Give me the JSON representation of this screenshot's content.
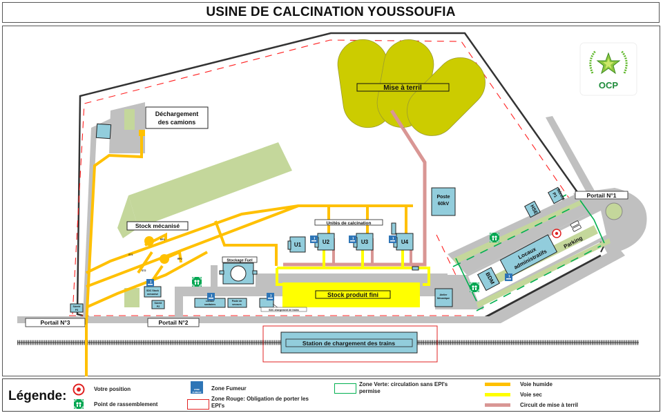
{
  "title": "USINE DE CALCINATION YOUSSOUFIA",
  "logo": {
    "text": "OCP",
    "icon": "ocp-star-wreath-icon"
  },
  "map": {
    "labels": {
      "dechargement_line1": "Déchargement",
      "dechargement_line2": "des camions",
      "mise_a_terril": "Mise à terril",
      "stock_mecanise": "Stock mécanisé",
      "unites_calcination": "Unités de calcination",
      "u1": "U1",
      "u2": "U2",
      "u3": "U3",
      "u4": "U4",
      "poste_60kv_line1": "Poste",
      "poste_60kv_line2": "60kV",
      "stockage_fuel": "Stockage Fuel",
      "stock_produit_fini": "Stock produit fini",
      "atelier_line1": "Atelier",
      "atelier_line2": "Mécanique",
      "locaux_admin_line1": "Locaux",
      "locaux_admin_line2": "administratifs",
      "bdm": "BDM",
      "hse": "HSE",
      "surete_p1_line1": "Sûreté",
      "surete_p1_line2": "P1",
      "parking": "Parking",
      "portail_1": "Portail N°1",
      "portail_2": "Portail N°2",
      "portail_3": "Portail N°3",
      "sdc_stock_line1": "SDC Stock",
      "sdc_stock_line2": "mécanisé",
      "surete_p2_line1": "Sûreté",
      "surete_p2_line2": "P2",
      "surete_p3_line1": "Sûreté",
      "surete_p3_line2": "P3",
      "locaux_sanitaires_line1": "Locaux",
      "locaux_sanitaires_line2": "sanitaires",
      "poste_secours_line1": "Poste de",
      "poste_secours_line2": "secours",
      "sdc_chargement_trains": "SDC chargement de trains",
      "station_trains": "Station de chargement des trains",
      "rp1": "RP1",
      "rp2": "RP2",
      "st1": "ST1",
      "st2": "ST2",
      "smoking_small": "ZONE FUMEUR"
    }
  },
  "legend": {
    "title": "Légende:",
    "items": [
      {
        "icon": "target-position-icon",
        "label": "Votre position"
      },
      {
        "icon": "assembly-point-icon",
        "label": "Point de rassemblement"
      },
      {
        "icon": "smoking-zone-icon",
        "label": "Zone Fumeur",
        "icon_text": "ZONE FUMEUR"
      },
      {
        "icon": "red-zone-swatch",
        "label_line1": "Zone Rouge: Obligation de porter les",
        "label_line2": "EPI's"
      },
      {
        "icon": "green-zone-swatch",
        "label_line1": "Zone Verte: circulation sans EPI's",
        "label_line2": "permise"
      },
      {
        "icon": "orange-line-swatch",
        "label": "Voie humide"
      },
      {
        "icon": "yellow-line-swatch",
        "label": "Voie sec"
      },
      {
        "icon": "pink-line-swatch",
        "label": "Circuit de mise à terril"
      }
    ]
  },
  "colors": {
    "voie_humide": "#FFC000",
    "voie_sec": "#FFFF00",
    "circuit_terril": "#D99694",
    "building": "#92CDDC",
    "road": "#C0C0C0",
    "green_area": "#C4D79B",
    "terril": "#CCCC00",
    "zone_rouge": "#FF0000",
    "zone_verte": "#00B050",
    "assembly": "#00A651",
    "smoking": "#2E75B6"
  }
}
